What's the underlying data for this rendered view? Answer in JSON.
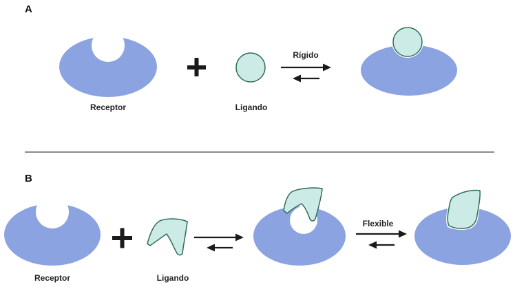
{
  "panel_a": {
    "letter": "A",
    "receptor_label": "Receptor",
    "ligand_label": "Ligando",
    "arrow_label": "Rígido",
    "plus": "+"
  },
  "panel_b": {
    "letter": "B",
    "receptor_label": "Receptor",
    "ligand_label": "Ligando",
    "arrow_label": "Flexible",
    "plus": "+"
  },
  "colors": {
    "receptor": "#8ca3e2",
    "ligand_fill": "#cdebe6",
    "ligand_stroke": "#2f6b58",
    "arrow": "#1a1a1a",
    "divider": "#444444"
  }
}
